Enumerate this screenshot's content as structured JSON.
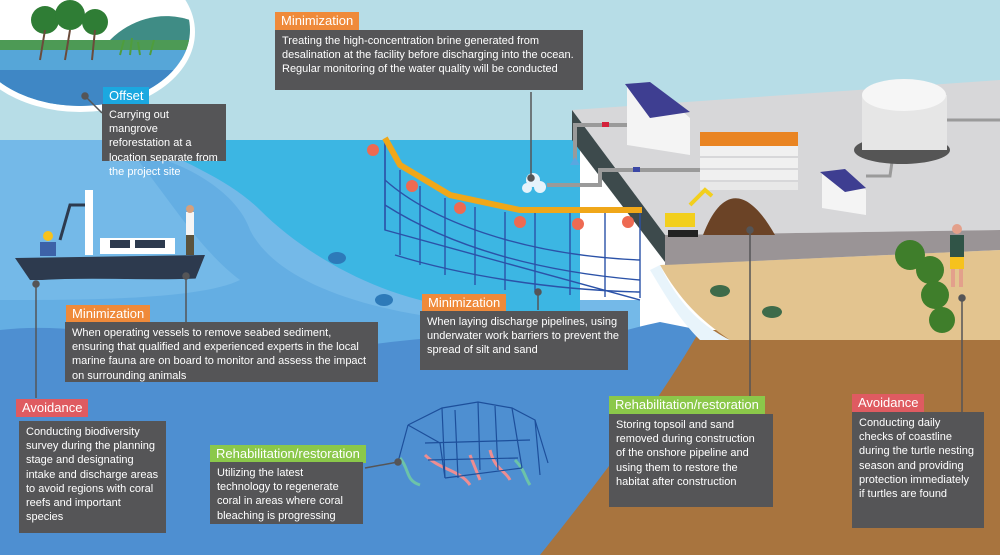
{
  "colors": {
    "sky": "#b7dde7",
    "sea_light": "#74b9e8",
    "sea_mid": "#3cb6e3",
    "sea_deep": "#4e8fd1",
    "seabed": "#a8743e",
    "sand": "#e3c48f",
    "land_top": "#d7d7d9",
    "callout_box": "#555557",
    "tag_offset": "#1ba8e0",
    "tag_minimization": "#ef8a3a",
    "tag_avoidance": "#df5b61",
    "tag_rehabilitation": "#8bc84a",
    "floater": "#f0a719",
    "buoy": "#ee6a52",
    "net": "#2b52a8"
  },
  "callouts": [
    {
      "id": "offset",
      "tag": "Offset",
      "category": "offset",
      "text": "Carrying out mangrove reforestation at a location separate from the project site"
    },
    {
      "id": "brine",
      "tag": "Minimization",
      "category": "minimization",
      "text": "Treating the high-concentration brine generated from desalination at the facility before discharging into the ocean. Regular monitoring of the water quality will be conducted"
    },
    {
      "id": "vessels",
      "tag": "Minimization",
      "category": "minimization",
      "text": "When operating vessels to remove seabed sediment, ensuring that qualified and experienced experts in the local marine fauna are on board to monitor and assess the impact on surrounding animals"
    },
    {
      "id": "pipelines",
      "tag": "Minimization",
      "category": "minimization",
      "text": "When laying discharge pipelines, using underwater work barriers to prevent the spread of silt and sand"
    },
    {
      "id": "survey",
      "tag": "Avoidance",
      "category": "avoidance",
      "text": "Conducting biodiversity survey during the planning stage and designating intake and discharge areas to avoid regions with coral reefs and important species"
    },
    {
      "id": "coral",
      "tag": "Rehabilitation/restoration",
      "category": "rehabilitation",
      "text": "Utilizing the latest technology to regenerate coral in areas where coral bleaching is progressing"
    },
    {
      "id": "topsoil",
      "tag": "Rehabilitation/restoration",
      "category": "rehabilitation",
      "text": "Storing topsoil and sand removed during construction of the onshore pipeline and using them to restore the habitat after construction"
    },
    {
      "id": "turtles",
      "tag": "Avoidance",
      "category": "avoidance",
      "text": "Conducting daily checks of coastline during the turtle nesting season and providing protection immediately if turtles are found"
    }
  ],
  "illustrations": [
    "mangrove-inset",
    "survey-vessel",
    "silt-barrier-net",
    "brine-discharge",
    "desalination-plant",
    "storage-tank",
    "excavator",
    "soil-pile",
    "coral-frame",
    "sea-turtles",
    "beach-observer"
  ]
}
